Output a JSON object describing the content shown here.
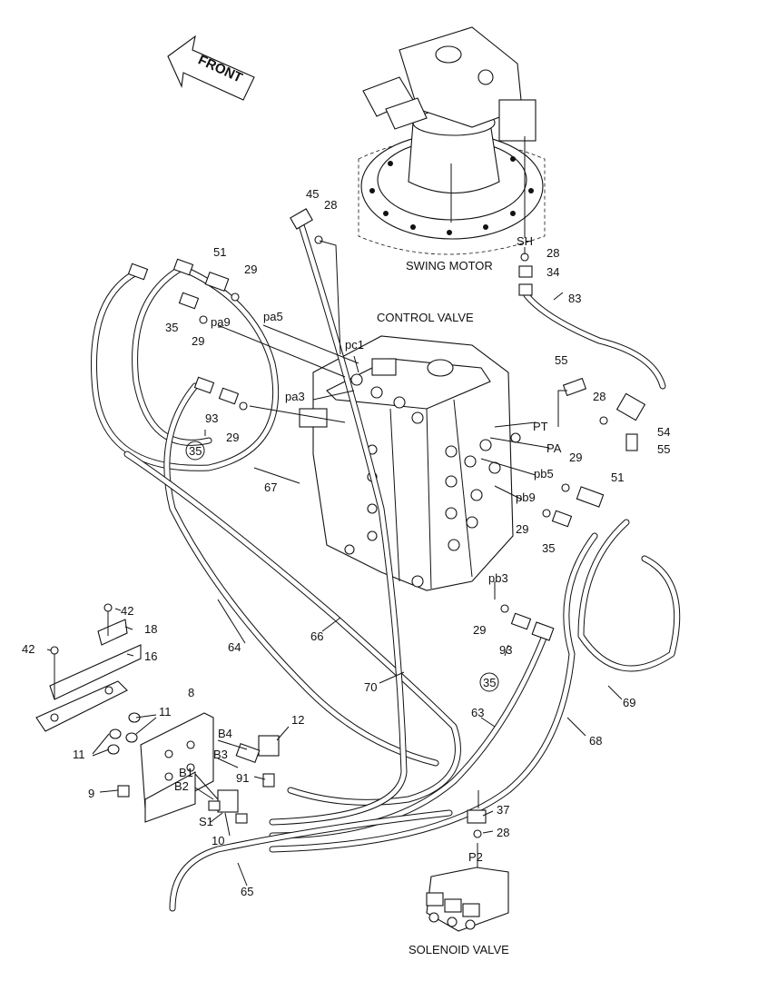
{
  "front_label": "FRONT",
  "captions": {
    "swing_motor": "SWING MOTOR",
    "control_valve": "CONTROL VALVE",
    "solenoid_valve": "SOLENOID VALVE"
  },
  "ports": {
    "SH": "SH",
    "pa5": "pa5",
    "pa9": "pa9",
    "pc1": "pc1",
    "pa3": "pa3",
    "PT": "PT",
    "PA": "PA",
    "pb5": "pb5",
    "pb9": "pb9",
    "pb3": "pb3",
    "P2": "P2",
    "B1": "B1",
    "B2": "B2",
    "B3": "B3",
    "B4": "B4",
    "S1": "S1"
  },
  "callouts": {
    "p45": "45",
    "p28a": "28",
    "p28b": "28",
    "p34": "34",
    "p83": "83",
    "p51a": "51",
    "p29a": "29",
    "p35a": "35",
    "p29b": "29",
    "p93a": "93",
    "p29c": "29",
    "p35c1": "35",
    "p67": "67",
    "p55a": "55",
    "p28c": "28",
    "p54": "54",
    "p55b": "55",
    "p29d": "29",
    "p51b": "51",
    "p29e": "29",
    "p35b": "35",
    "p29f": "29",
    "p93b": "93",
    "p35c2": "35",
    "p42a": "42",
    "p18": "18",
    "p42b": "42",
    "p16": "16",
    "p64": "64",
    "p66": "66",
    "p70": "70",
    "p63": "63",
    "p68": "68",
    "p69": "69",
    "p8": "8",
    "p11a": "11",
    "p11b": "11",
    "p9": "9",
    "p12": "12",
    "p91": "91",
    "p10": "10",
    "p65": "65",
    "p37": "37",
    "p28d": "28"
  }
}
